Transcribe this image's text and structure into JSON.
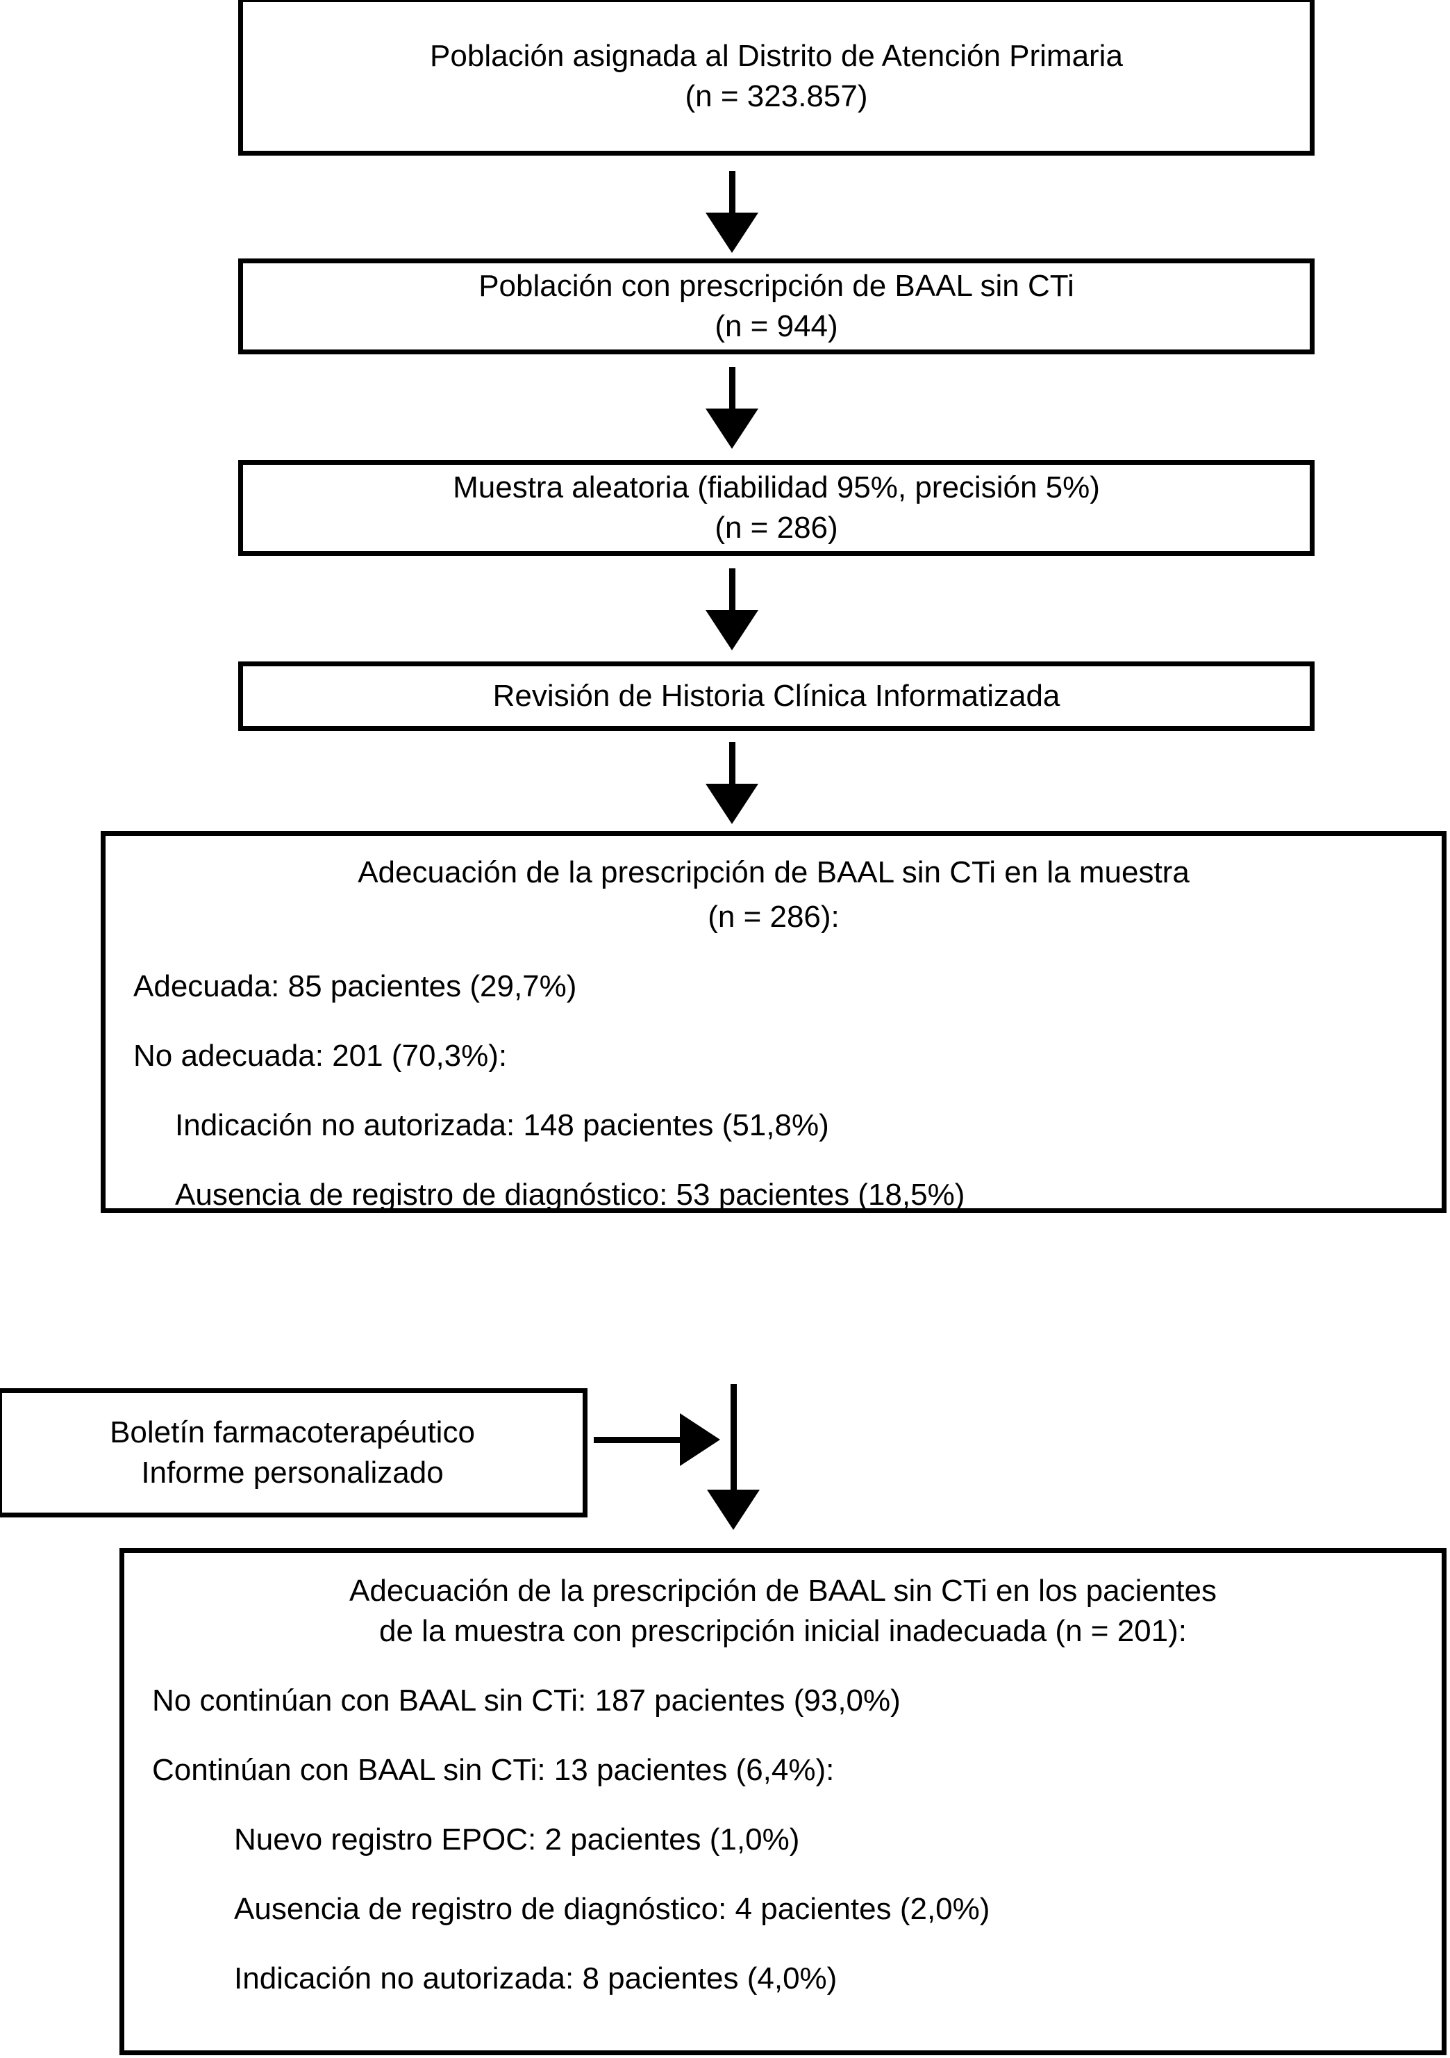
{
  "diagram": {
    "title": "Diagrama de flujo del estudio de adecuación de la prescripción de BAAL sin CTi",
    "nodes": {
      "poblacion_distrito": {
        "line1": "Población asignada al Distrito de Atención Primaria",
        "line2": "(n = 323.857)"
      },
      "poblacion_prescripcion": {
        "line1": "Población con prescripción de BAAL sin CTi",
        "line2": "(n = 944)"
      },
      "muestra_aleatoria": {
        "line1": "Muestra aleatoria (fiabilidad 95%, precisión 5%)",
        "line2": "(n = 286)"
      },
      "revision_historia": {
        "line1": "Revisión de Historia Clínica Informatizada"
      },
      "adecuacion_muestra": {
        "line1": "Adecuación de la prescripción de BAAL sin CTi en la muestra",
        "line2": "(n = 286):",
        "item1": "Adecuada: 85 pacientes (29,7%)",
        "item2": "No adecuada: 201 (70,3%):",
        "item2a": "Indicación no autorizada: 148 pacientes (51,8%)",
        "item2b": "Ausencia de registro de diagnóstico: 53 pacientes (18,5%)"
      },
      "intervencion": {
        "line1": "Boletín farmacoterapéutico",
        "line2": "Informe personalizado"
      },
      "adecuacion_post": {
        "line1": "Adecuación de la prescripción de BAAL sin CTi en los pacientes",
        "line2": "de la muestra con prescripción inicial inadecuada (n = 201):",
        "item1": "No continúan con BAAL sin CTi: 187 pacientes (93,0%)",
        "item2": "Continúan con BAAL sin CTi: 13 pacientes (6,4%):",
        "item2a": "Nuevo registro EPOC: 2 pacientes (1,0%)",
        "item2b": "Ausencia de registro de diagnóstico: 4 pacientes (2,0%)",
        "item2c": "Indicación no autorizada: 8 pacientes (4,0%)"
      }
    },
    "colors": {
      "stroke": "#000000",
      "background": "#ffffff",
      "text": "#000000"
    }
  }
}
